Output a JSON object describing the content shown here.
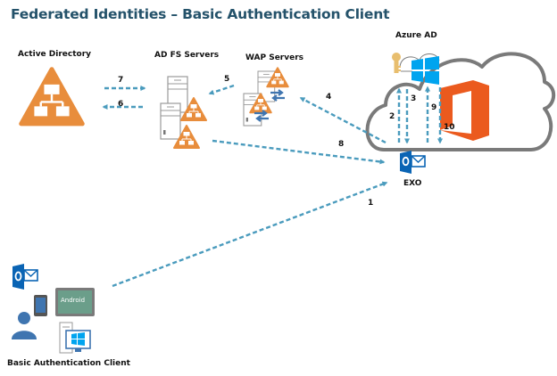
{
  "title": "Federated Identities – Basic Authentication Client",
  "colors": {
    "title": "#24526a",
    "arrow": "#4a9bbd",
    "ad_orange": "#e88d3c",
    "office_orange": "#eb5a1e",
    "windows_blue": "#00a4ef",
    "outlook_blue": "#0a64b4",
    "cloud_gray": "#7a7a7a",
    "server_gray": "#9a9a9a",
    "android_green": "#6b9e8a"
  },
  "nodes": {
    "active_directory": {
      "label": "Active Directory",
      "icon": "active-directory-icon"
    },
    "adfs_servers": {
      "label": "AD FS Servers",
      "icon": "server-icon"
    },
    "wap_servers": {
      "label": "WAP Servers",
      "icon": "server-icon"
    },
    "azure_ad": {
      "label": "Azure AD",
      "icon": "windows-icon"
    },
    "exo": {
      "label": "EXO",
      "icon": "outlook-icon"
    },
    "office365": {
      "label": "",
      "icon": "office-icon"
    },
    "client": {
      "label": "Basic Authentication Client",
      "icon": "user-icon",
      "device_label": "Android"
    }
  },
  "steps": [
    {
      "n": "1",
      "from": "client",
      "to": "exo"
    },
    {
      "n": "2",
      "from": "exo",
      "to": "azure_ad"
    },
    {
      "n": "3",
      "from": "azure_ad",
      "to": "exo"
    },
    {
      "n": "4",
      "from": "exo",
      "to": "wap_servers"
    },
    {
      "n": "5",
      "from": "wap_servers",
      "to": "adfs_servers"
    },
    {
      "n": "6",
      "from": "adfs_servers",
      "to": "active_directory"
    },
    {
      "n": "7",
      "from": "active_directory",
      "to": "adfs_servers"
    },
    {
      "n": "8",
      "from": "adfs_servers",
      "to": "exo"
    },
    {
      "n": "9",
      "from": "exo",
      "to": "azure_ad"
    },
    {
      "n": "10",
      "from": "azure_ad",
      "to": "exo"
    }
  ]
}
